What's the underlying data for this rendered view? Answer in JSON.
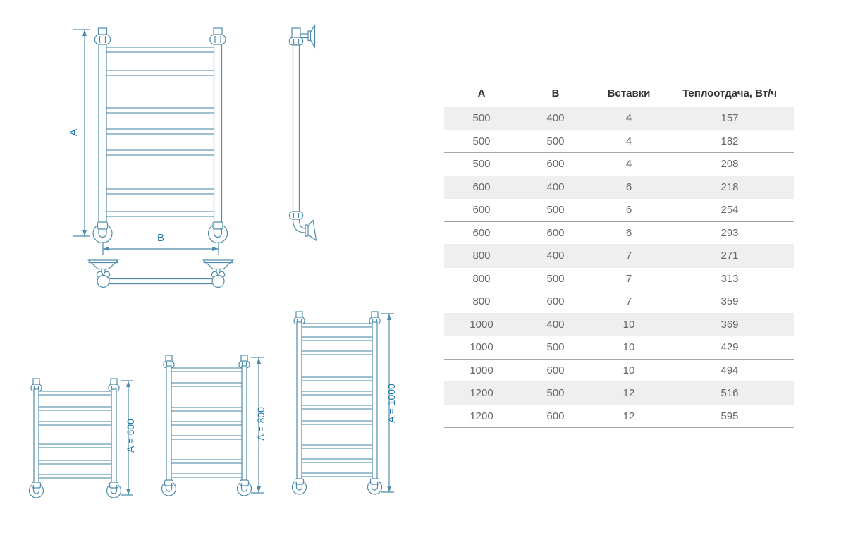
{
  "page": {
    "background": "#ffffff"
  },
  "diagrams": {
    "stroke_color": "#4f8cab",
    "label_color": "#1e78a8",
    "front_view": {
      "label_a": "A",
      "label_b": "B",
      "rung_count": 7
    },
    "ladders": [
      {
        "label": "A = 600",
        "rung_count": 6
      },
      {
        "label": "A = 800",
        "rung_count": 7
      },
      {
        "label": "A = 1000",
        "rung_count": 10
      }
    ]
  },
  "chart_data": {
    "type": "table",
    "columns": [
      "A",
      "B",
      "Вставки",
      "Теплоотдача, Вт/ч"
    ],
    "rows": [
      [
        500,
        400,
        4,
        157
      ],
      [
        500,
        500,
        4,
        182
      ],
      [
        500,
        600,
        4,
        208
      ],
      [
        600,
        400,
        6,
        218
      ],
      [
        600,
        500,
        6,
        254
      ],
      [
        600,
        600,
        6,
        293
      ],
      [
        800,
        400,
        7,
        271
      ],
      [
        800,
        500,
        7,
        313
      ],
      [
        800,
        600,
        7,
        359
      ],
      [
        1000,
        400,
        10,
        369
      ],
      [
        1000,
        500,
        10,
        429
      ],
      [
        1000,
        600,
        10,
        494
      ],
      [
        1200,
        500,
        12,
        516
      ],
      [
        1200,
        600,
        12,
        595
      ]
    ]
  },
  "table": {
    "columns": [
      "A",
      "B",
      "Вставки",
      "Теплоотдача, Вт/ч"
    ],
    "rows": [
      [
        500,
        400,
        4,
        157
      ],
      [
        500,
        500,
        4,
        182
      ],
      [
        500,
        600,
        4,
        208
      ],
      [
        600,
        400,
        6,
        218
      ],
      [
        600,
        500,
        6,
        254
      ],
      [
        600,
        600,
        6,
        293
      ],
      [
        800,
        400,
        7,
        271
      ],
      [
        800,
        500,
        7,
        313
      ],
      [
        800,
        600,
        7,
        359
      ],
      [
        1000,
        400,
        10,
        369
      ],
      [
        1000,
        500,
        10,
        429
      ],
      [
        1000,
        600,
        10,
        494
      ],
      [
        1200,
        500,
        12,
        516
      ],
      [
        1200,
        600,
        12,
        595
      ]
    ],
    "shaded_rows": [
      0,
      3,
      6,
      9,
      12
    ],
    "strong_divider_after": [
      1,
      4,
      7,
      10,
      13
    ],
    "colors": {
      "header_text": "#333333",
      "cell_text": "#666666",
      "row_shade": "#f0efef",
      "divider_light": "#ececec",
      "divider_strong": "#a6a6a6"
    }
  }
}
